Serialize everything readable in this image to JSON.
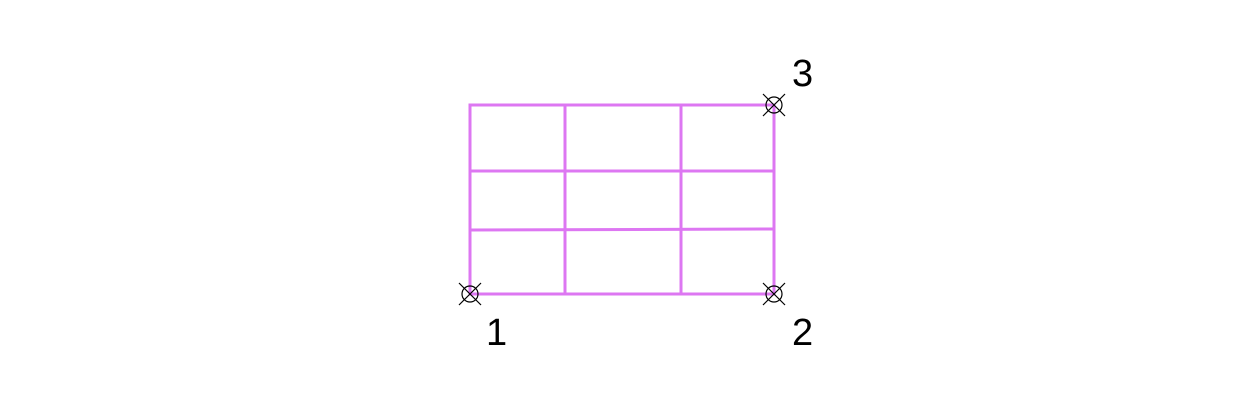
{
  "diagram": {
    "grid_color": "#dd77f2",
    "marker_color": "#000000",
    "background_color": "#ffffff",
    "grid": {
      "rows": 3,
      "columns": 3
    },
    "points": [
      {
        "label": "1",
        "icon": "circle-cross-marker-icon",
        "corner": "bottom-left"
      },
      {
        "label": "2",
        "icon": "circle-cross-marker-icon",
        "corner": "bottom-right"
      },
      {
        "label": "3",
        "icon": "circle-cross-marker-icon",
        "corner": "top-right"
      }
    ]
  }
}
